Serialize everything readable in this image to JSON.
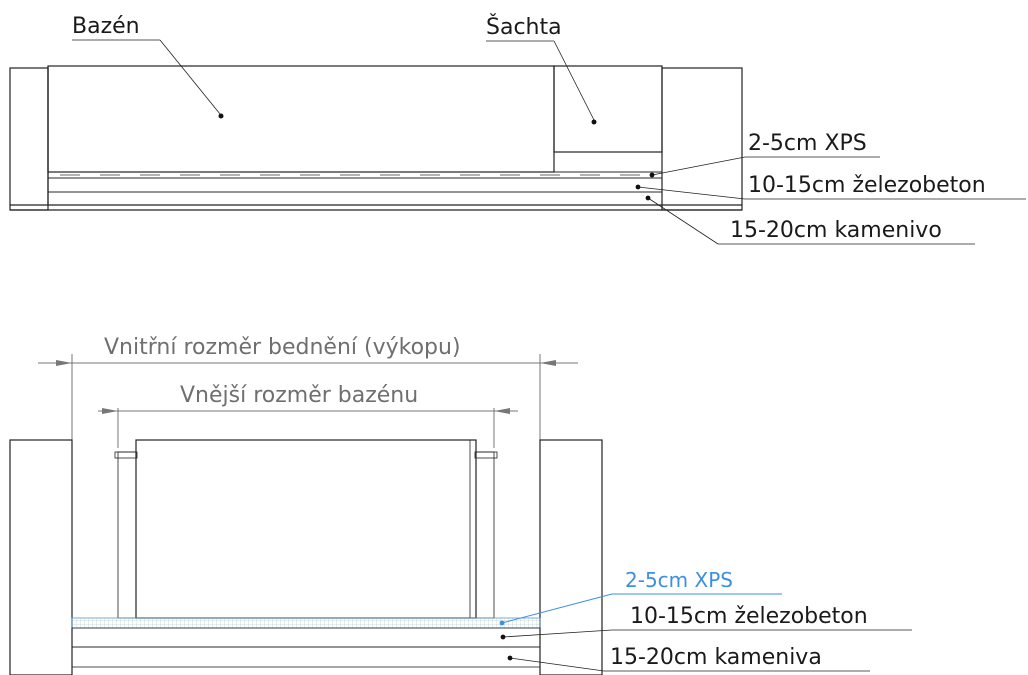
{
  "top_section": {
    "pool_label": "Bazén",
    "shaft_label": "Šachta",
    "layer_xps": "2-5cm XPS",
    "layer_concrete": "10-15cm železobeton",
    "layer_gravel": "15-20cm kamenivo"
  },
  "bottom_section": {
    "dim_inner_formwork": "Vnitřní rozměr bednění (výkopu)",
    "dim_outer_pool": "Vnější rozměr bazénu",
    "layer_xps": "2-5cm XPS",
    "layer_concrete": "10-15cm železobeton",
    "layer_gravel": "15-20cm kameniva"
  },
  "colors": {
    "line": "#222222",
    "dimension": "#777777",
    "xps_highlight": "#3d8fe0"
  }
}
